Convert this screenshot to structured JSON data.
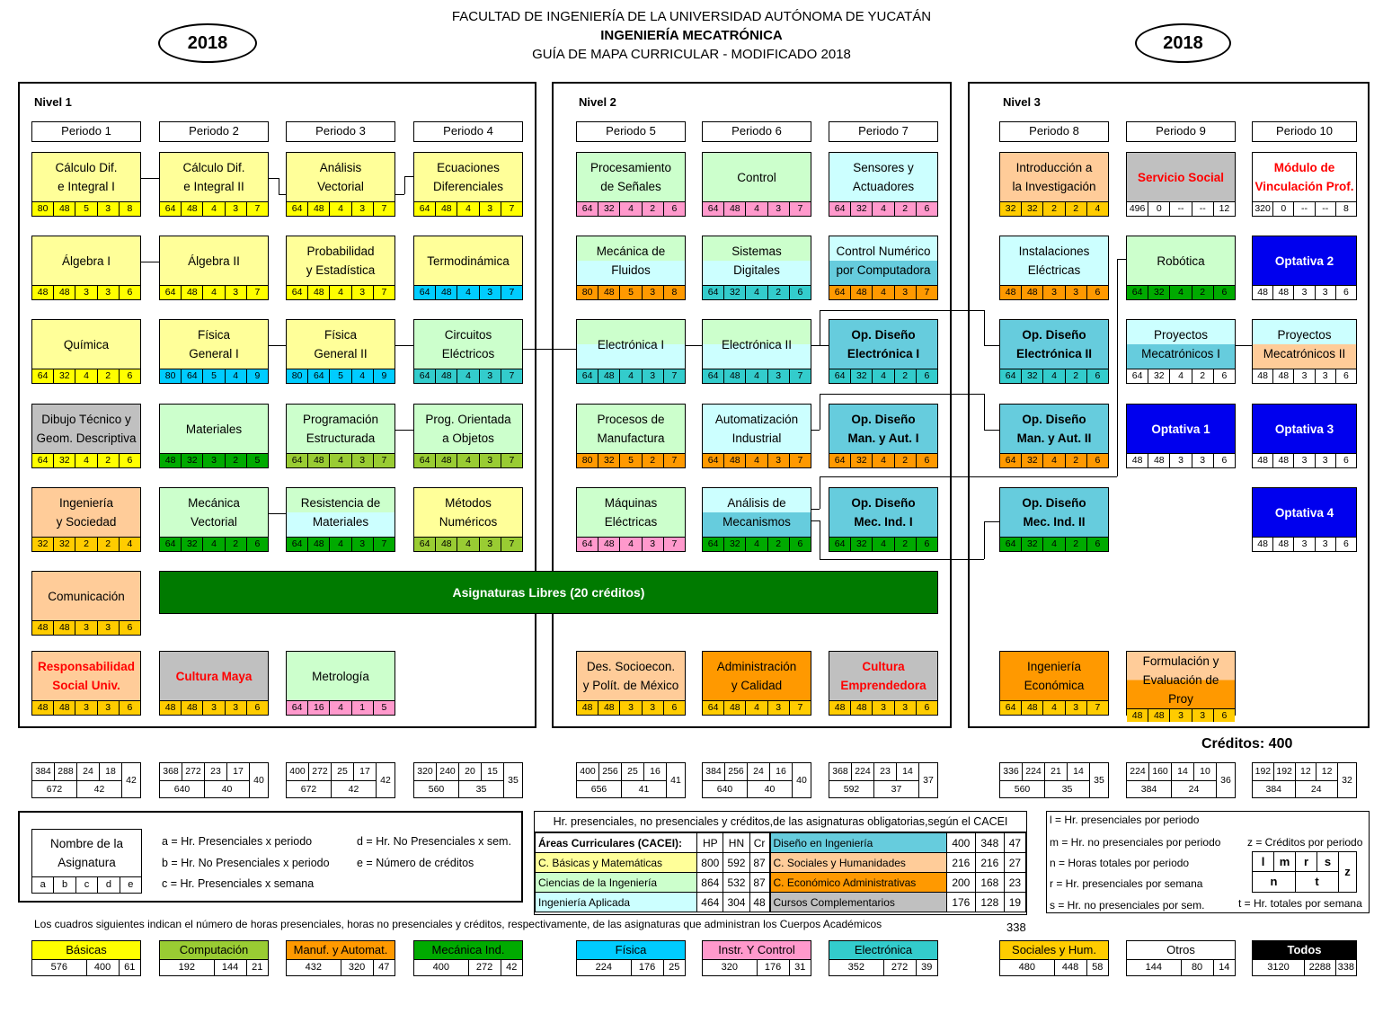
{
  "header": {
    "line1": "FACULTAD DE INGENIERÍA DE LA UNIVERSIDAD AUTÓNOMA DE YUCATÁN",
    "line2": "INGENIERÍA MECATRÓNICA",
    "line3": "GUÍA DE MAPA CURRICULAR - MODIFICADO 2018",
    "year_left": "2018",
    "year_right": "2018"
  },
  "levels": [
    "Nivel 1",
    "Nivel 2",
    "Nivel 3"
  ],
  "periods": [
    "Periodo 1",
    "Periodo 2",
    "Periodo 3",
    "Periodo 4",
    "Periodo 5",
    "Periodo 6",
    "Periodo 7",
    "Periodo 8",
    "Periodo 9",
    "Periodo 10"
  ],
  "colors": {
    "basicas": "#FFFF99",
    "ciencias_ing": "#CCFFCC",
    "ing_aplicada": "#CCFFFF",
    "diseno": "#66CCDD",
    "sociales": "#FFCC99",
    "economico": "#FF9900",
    "complementarios": "#C0C0C0",
    "optativa": "#0000EE",
    "libres": "#007A00",
    "computacion": "#99CC33",
    "manuf": "#FF9900",
    "mecanica": "#00AA00",
    "fisica": "#00CCFF",
    "instr": "#FF99CC",
    "electronica": "#33CCCC",
    "todos": "#000000",
    "blanco": "#FFFFFF",
    "red_text": "#FF0000"
  },
  "courses": [
    {
      "name": "Cálculo Dif.\ne Integral I",
      "bg": "#FFFF99",
      "nums": [
        "80",
        "48",
        "5",
        "3",
        "8"
      ],
      "nbg": "#FFFF00"
    },
    {
      "name": "Álgebra I",
      "bg": "#FFFF99",
      "nums": [
        "48",
        "48",
        "3",
        "3",
        "6"
      ],
      "nbg": "#FFFF00"
    },
    {
      "name": "Química",
      "bg": "#FFFF99",
      "nums": [
        "64",
        "32",
        "4",
        "2",
        "6"
      ],
      "nbg": "#FFFF00"
    },
    {
      "name": "Dibujo Técnico y\nGeom. Descriptiva",
      "bg": "#C0C0C0",
      "nums": [
        "64",
        "32",
        "4",
        "2",
        "6"
      ],
      "nbg": "#FFFF00"
    },
    {
      "name": "Ingeniería\ny Sociedad",
      "bg": "#FFCC99",
      "nums": [
        "32",
        "32",
        "2",
        "2",
        "4"
      ],
      "nbg": "#FFCC00"
    },
    {
      "name": "Comunicación",
      "bg": "#FFCC99",
      "nums": [
        "48",
        "48",
        "3",
        "3",
        "6"
      ],
      "nbg": "#FFCC00"
    },
    {
      "name": "Responsabilidad\nSocial Univ.",
      "bg": "#FFCC99",
      "nums": [
        "48",
        "48",
        "3",
        "3",
        "6"
      ],
      "nbg": "#FFCC00",
      "red": true
    },
    {
      "name": "Cálculo Dif.\ne Integral II",
      "bg": "#FFFF99",
      "nums": [
        "64",
        "48",
        "4",
        "3",
        "7"
      ],
      "nbg": "#FFFF00"
    },
    {
      "name": "Álgebra II",
      "bg": "#FFFF99",
      "nums": [
        "64",
        "48",
        "4",
        "3",
        "7"
      ],
      "nbg": "#FFFF00"
    },
    {
      "name": "Física\nGeneral I",
      "bg": "#FFFF99",
      "nums": [
        "80",
        "64",
        "5",
        "4",
        "9"
      ],
      "nbg": "#00CCFF"
    },
    {
      "name": "Materiales",
      "bg": "#CCFFCC",
      "nums": [
        "48",
        "32",
        "3",
        "2",
        "5"
      ],
      "nbg": "#00AA00"
    },
    {
      "name": "Mecánica\nVectorial",
      "bg": "#CCFFCC",
      "nums": [
        "64",
        "32",
        "4",
        "2",
        "6"
      ],
      "nbg": "#00AA00"
    },
    {
      "name": "Cultura Maya",
      "bg": "#C0C0C0",
      "nums": [
        "48",
        "48",
        "3",
        "3",
        "6"
      ],
      "nbg": "#FFCC00",
      "red": true
    },
    {
      "name": "Análisis\nVectorial",
      "bg": "#FFFF99",
      "nums": [
        "64",
        "48",
        "4",
        "3",
        "7"
      ],
      "nbg": "#FFFF00"
    },
    {
      "name": "Probabilidad\ny Estadística",
      "bg": "#FFFF99",
      "nums": [
        "64",
        "48",
        "4",
        "3",
        "7"
      ],
      "nbg": "#FFFF00"
    },
    {
      "name": "Física\nGeneral II",
      "bg": "#FFFF99",
      "nums": [
        "80",
        "64",
        "5",
        "4",
        "9"
      ],
      "nbg": "#00CCFF"
    },
    {
      "name": "Programación\nEstructurada",
      "bg": "#CCFFCC",
      "nums": [
        "64",
        "48",
        "4",
        "3",
        "7"
      ],
      "nbg": "#99CC33"
    },
    {
      "name": "Resistencia de\nMateriales",
      "bg": "#CCFFFF",
      "nums": [
        "64",
        "48",
        "4",
        "3",
        "7"
      ],
      "nbg": "#00AA00",
      "topbg": "#CCFFCC"
    },
    {
      "name": "Metrología",
      "bg": "#CCFFCC",
      "nums": [
        "64",
        "16",
        "4",
        "1",
        "5"
      ],
      "nbg": "#FF99CC"
    },
    {
      "name": "Ecuaciones\nDiferenciales",
      "bg": "#FFFF99",
      "nums": [
        "64",
        "48",
        "4",
        "3",
        "7"
      ],
      "nbg": "#FFFF00"
    },
    {
      "name": "Termodinámica",
      "bg": "#FFFF99",
      "nums": [
        "64",
        "48",
        "4",
        "3",
        "7"
      ],
      "nbg": "#00CCFF"
    },
    {
      "name": "Circuitos\nEléctricos",
      "bg": "#CCFFCC",
      "nums": [
        "64",
        "48",
        "4",
        "3",
        "7"
      ],
      "nbg": "#33CCCC"
    },
    {
      "name": "Prog. Orientada\na Objetos",
      "bg": "#CCFFCC",
      "nums": [
        "64",
        "48",
        "4",
        "3",
        "7"
      ],
      "nbg": "#99CC33"
    },
    {
      "name": "Métodos\nNuméricos",
      "bg": "#FFFF99",
      "nums": [
        "64",
        "48",
        "4",
        "3",
        "7"
      ],
      "nbg": "#99CC33"
    },
    {
      "name": "Procesamiento\nde Señales",
      "bg": "#CCFFCC",
      "nums": [
        "64",
        "32",
        "4",
        "2",
        "6"
      ],
      "nbg": "#FF99CC"
    },
    {
      "name": "Mecánica de\nFluidos",
      "bg": "#CCFFFF",
      "nums": [
        "80",
        "48",
        "5",
        "3",
        "8"
      ],
      "nbg": "#FF9900",
      "topbg": "#CCFFCC"
    },
    {
      "name": "Electrónica I",
      "bg": "#CCFFFF",
      "nums": [
        "64",
        "48",
        "4",
        "3",
        "7"
      ],
      "nbg": "#33CCCC",
      "topbg": "#CCFFCC"
    },
    {
      "name": "Procesos de\nManufactura",
      "bg": "#CCFFCC",
      "nums": [
        "80",
        "32",
        "5",
        "2",
        "7"
      ],
      "nbg": "#FF9900"
    },
    {
      "name": "Máquinas\nEléctricas",
      "bg": "#CCFFCC",
      "nums": [
        "64",
        "48",
        "4",
        "3",
        "7"
      ],
      "nbg": "#FF99CC"
    },
    {
      "name": "Des. Socioecon.\ny Polít. de México",
      "bg": "#FFCC99",
      "nums": [
        "48",
        "48",
        "3",
        "3",
        "6"
      ],
      "nbg": "#FFCC00"
    },
    {
      "name": "Control",
      "bg": "#CCFFCC",
      "nums": [
        "64",
        "48",
        "4",
        "3",
        "7"
      ],
      "nbg": "#FF99CC"
    },
    {
      "name": "Sistemas\nDigitales",
      "bg": "#CCFFFF",
      "nums": [
        "64",
        "32",
        "4",
        "2",
        "6"
      ],
      "nbg": "#33CCCC",
      "topbg": "#CCFFCC"
    },
    {
      "name": "Electrónica II",
      "bg": "#CCFFFF",
      "nums": [
        "64",
        "48",
        "4",
        "3",
        "7"
      ],
      "nbg": "#33CCCC",
      "topbg": "#CCFFCC"
    },
    {
      "name": "Automatización\nIndustrial",
      "bg": "#CCFFFF",
      "nums": [
        "64",
        "48",
        "4",
        "3",
        "7"
      ],
      "nbg": "#FF9900"
    },
    {
      "name": "Análisis de\nMecanismos",
      "bg": "#66CCDD",
      "nums": [
        "64",
        "32",
        "4",
        "2",
        "6"
      ],
      "nbg": "#00AA00",
      "topbg": "#CCFFFF"
    },
    {
      "name": "Administración\ny Calidad",
      "bg": "#FF9900",
      "nums": [
        "64",
        "48",
        "4",
        "3",
        "7"
      ],
      "nbg": "#FFCC00"
    },
    {
      "name": "Sensores y\nActuadores",
      "bg": "#CCFFFF",
      "nums": [
        "64",
        "32",
        "4",
        "2",
        "6"
      ],
      "nbg": "#FF99CC"
    },
    {
      "name": "Control Numérico\npor Computadora",
      "bg": "#66CCDD",
      "nums": [
        "64",
        "48",
        "4",
        "3",
        "7"
      ],
      "nbg": "#FF9900",
      "topbg": "#CCFFFF"
    },
    {
      "name": "Op. Diseño\nElectrónica I",
      "bg": "#66CCDD",
      "nums": [
        "64",
        "32",
        "4",
        "2",
        "6"
      ],
      "nbg": "#33CCCC",
      "bold": true
    },
    {
      "name": "Op. Diseño\nMan. y Aut. I",
      "bg": "#66CCDD",
      "nums": [
        "64",
        "32",
        "4",
        "2",
        "6"
      ],
      "nbg": "#FF9900",
      "bold": true
    },
    {
      "name": "Op. Diseño\nMec. Ind. I",
      "bg": "#66CCDD",
      "nums": [
        "64",
        "32",
        "4",
        "2",
        "6"
      ],
      "nbg": "#00AA00",
      "bold": true
    },
    {
      "name": "Cultura\nEmprendedora",
      "bg": "#C0C0C0",
      "nums": [
        "48",
        "48",
        "3",
        "3",
        "6"
      ],
      "nbg": "#FFCC00",
      "red": true
    },
    {
      "name": "Introducción a\nla Investigación",
      "bg": "#FFCC99",
      "nums": [
        "32",
        "32",
        "2",
        "2",
        "4"
      ],
      "nbg": "#FFCC00"
    },
    {
      "name": "Instalaciones\nEléctricas",
      "bg": "#CCFFFF",
      "nums": [
        "48",
        "48",
        "3",
        "3",
        "6"
      ],
      "nbg": "#FF9900"
    },
    {
      "name": "Op. Diseño\nElectrónica II",
      "bg": "#66CCDD",
      "nums": [
        "64",
        "32",
        "4",
        "2",
        "6"
      ],
      "nbg": "#33CCCC",
      "bold": true
    },
    {
      "name": "Op. Diseño\nMan. y Aut. II",
      "bg": "#66CCDD",
      "nums": [
        "64",
        "32",
        "4",
        "2",
        "6"
      ],
      "nbg": "#FF9900",
      "bold": true
    },
    {
      "name": "Op. Diseño\nMec. Ind. II",
      "bg": "#66CCDD",
      "nums": [
        "64",
        "32",
        "4",
        "2",
        "6"
      ],
      "nbg": "#00AA00",
      "bold": true
    },
    {
      "name": "Ingeniería\nEconómica",
      "bg": "#FF9900",
      "nums": [
        "64",
        "48",
        "4",
        "3",
        "7"
      ],
      "nbg": "#FFCC00"
    },
    {
      "name": "Servicio Social",
      "bg": "#C0C0C0",
      "nums": [
        "496",
        "0",
        "--",
        "--",
        "12"
      ],
      "nbg": "#FFFFFF",
      "red": true,
      "bold": true
    },
    {
      "name": "Robótica",
      "bg": "#CCFFCC",
      "nums": [
        "64",
        "32",
        "4",
        "2",
        "6"
      ],
      "nbg": "#00AA00"
    },
    {
      "name": "Proyectos\nMecatrónicos I",
      "bg": "#66CCDD",
      "nums": [
        "64",
        "32",
        "4",
        "2",
        "6"
      ],
      "nbg": "#FFFFFF",
      "topbg": "#CCFFFF"
    },
    {
      "name": "Optativa 1",
      "bg": "#0000EE",
      "nums": [
        "48",
        "48",
        "3",
        "3",
        "6"
      ],
      "nbg": "#FFFFFF",
      "white": true
    },
    {
      "name": "Formulación y\nEvaluación de Proy",
      "bg": "#FF9900",
      "nums": [
        "48",
        "48",
        "3",
        "3",
        "6"
      ],
      "nbg": "#FFCC00",
      "topbg": "#FFCC99"
    },
    {
      "name": "Módulo de\nVinculación Prof.",
      "bg": "#FFFFFF",
      "nums": [
        "320",
        "0",
        "--",
        "--",
        "8"
      ],
      "nbg": "#FFFFFF",
      "red": true,
      "bold": true
    },
    {
      "name": "Optativa 2",
      "bg": "#0000EE",
      "nums": [
        "48",
        "48",
        "3",
        "3",
        "6"
      ],
      "nbg": "#FFFFFF",
      "white": true
    },
    {
      "name": "Proyectos\nMecatrónicos II",
      "bg": "#FFCC99",
      "nums": [
        "48",
        "48",
        "3",
        "3",
        "6"
      ],
      "nbg": "#FFFFFF",
      "topbg": "#CCFFFF"
    },
    {
      "name": "Optativa 3",
      "bg": "#0000EE",
      "nums": [
        "48",
        "48",
        "3",
        "3",
        "6"
      ],
      "nbg": "#FFFFFF",
      "white": true
    },
    {
      "name": "Optativa 4",
      "bg": "#0000EE",
      "nums": [
        "48",
        "48",
        "3",
        "3",
        "6"
      ],
      "nbg": "#FFFFFF",
      "white": true
    }
  ],
  "libres": "Asignaturas Libres (20 créditos)",
  "creditos": "Créditos: 400",
  "period_totals": [
    {
      "a": "384",
      "b": "288",
      "c": "24",
      "d": "18",
      "e": "42",
      "f": "672",
      "g": "42"
    },
    {
      "a": "368",
      "b": "272",
      "c": "23",
      "d": "17",
      "e": "40",
      "f": "640",
      "g": "40"
    },
    {
      "a": "400",
      "b": "272",
      "c": "25",
      "d": "17",
      "e": "42",
      "f": "672",
      "g": "42"
    },
    {
      "a": "320",
      "b": "240",
      "c": "20",
      "d": "15",
      "e": "35",
      "f": "560",
      "g": "35"
    },
    {
      "a": "400",
      "b": "256",
      "c": "25",
      "d": "16",
      "e": "41",
      "f": "656",
      "g": "41"
    },
    {
      "a": "384",
      "b": "256",
      "c": "24",
      "d": "16",
      "e": "40",
      "f": "640",
      "g": "40"
    },
    {
      "a": "368",
      "b": "224",
      "c": "23",
      "d": "14",
      "e": "37",
      "f": "592",
      "g": "37"
    },
    {
      "a": "336",
      "b": "224",
      "c": "21",
      "d": "14",
      "e": "35",
      "f": "560",
      "g": "35"
    },
    {
      "a": "224",
      "b": "160",
      "c": "14",
      "d": "10",
      "e": "36",
      "f": "384",
      "g": "24"
    },
    {
      "a": "192",
      "b": "192",
      "c": "12",
      "d": "12",
      "e": "32",
      "f": "384",
      "g": "24"
    }
  ],
  "legend": {
    "name_box": "Nombre de la\nAsignatura",
    "letters": [
      "a",
      "b",
      "c",
      "d",
      "e"
    ],
    "a": "a = Hr. Presenciales x periodo",
    "b": "b = Hr. No Presenciales x periodo",
    "c": "c = Hr. Presenciales x semana",
    "d": "d = Hr. No Presenciales x sem.",
    "e": "e = Número de créditos"
  },
  "cacei": {
    "title": "Hr. presenciales, no presenciales y créditos,de las asignaturas obligatorias,según el CACEI",
    "header": [
      "Áreas Curriculares (CACEI):",
      "HP",
      "HN",
      "Cr"
    ],
    "rows": [
      {
        "name": "C. Básicas y Matemáticas",
        "hp": "800",
        "hn": "592",
        "cr": "87",
        "bg": "#FFFF99"
      },
      {
        "name": "Ciencias de la Ingeniería",
        "hp": "864",
        "hn": "532",
        "cr": "87",
        "bg": "#CCFFCC"
      },
      {
        "name": "Ingeniería Aplicada",
        "hp": "464",
        "hn": "304",
        "cr": "48",
        "bg": "#CCFFFF"
      }
    ],
    "rows2": [
      {
        "name": "Diseño en Ingeniería",
        "hp": "400",
        "hn": "348",
        "cr": "47",
        "bg": "#66CCDD"
      },
      {
        "name": "C. Sociales y Humanidades",
        "hp": "216",
        "hn": "216",
        "cr": "27",
        "bg": "#FFCC99"
      },
      {
        "name": "C. Económico Administrativas",
        "hp": "200",
        "hn": "168",
        "cr": "23",
        "bg": "#FF9900"
      },
      {
        "name": "Cursos Complementarios",
        "hp": "176",
        "hn": "128",
        "cr": "19",
        "bg": "#C0C0C0"
      }
    ],
    "total": "338"
  },
  "legend2": {
    "l": "l = Hr. presenciales por periodo",
    "m": "m = Hr. no presenciales por periodo",
    "n": "n = Horas totales por periodo",
    "r": "r = Hr. presenciales por semana",
    "s": "s = Hr. no presenciales por sem.",
    "z": "z = Créditos por periodo",
    "t": "t = Hr. totales por semana",
    "grid": [
      "l",
      "m",
      "r",
      "s",
      "n",
      "t",
      "z"
    ]
  },
  "note": "Los cuadros siguientes indican el número de horas presenciales, horas no presenciales y créditos, respectivamente, de las asignaturas que administran los Cuerpos Académicos",
  "departments": [
    {
      "name": "Básicas",
      "bg": "#FFFF00",
      "fg": "#000000",
      "v": [
        "576",
        "400",
        "61"
      ]
    },
    {
      "name": "Computación",
      "bg": "#99CC33",
      "fg": "#000000",
      "v": [
        "192",
        "144",
        "21"
      ]
    },
    {
      "name": "Manuf. y Automat.",
      "bg": "#FF9900",
      "fg": "#000000",
      "v": [
        "432",
        "320",
        "47"
      ]
    },
    {
      "name": "Mecánica Ind.",
      "bg": "#00AA00",
      "fg": "#000000",
      "v": [
        "400",
        "272",
        "42"
      ]
    },
    {
      "name": "Física",
      "bg": "#00CCFF",
      "fg": "#000000",
      "v": [
        "224",
        "176",
        "25"
      ]
    },
    {
      "name": "Instr. Y Control",
      "bg": "#FF99CC",
      "fg": "#000000",
      "v": [
        "320",
        "176",
        "31"
      ]
    },
    {
      "name": "Electrónica",
      "bg": "#33CCCC",
      "fg": "#000000",
      "v": [
        "352",
        "272",
        "39"
      ]
    },
    {
      "name": "Sociales y Hum.",
      "bg": "#FFCC00",
      "fg": "#000000",
      "v": [
        "480",
        "448",
        "58"
      ]
    },
    {
      "name": "Otros",
      "bg": "#FFFFFF",
      "fg": "#000000",
      "v": [
        "144",
        "80",
        "14"
      ]
    },
    {
      "name": "Todos",
      "bg": "#000000",
      "fg": "#FFFFFF",
      "v": [
        "3120",
        "2288",
        "338"
      ]
    }
  ]
}
